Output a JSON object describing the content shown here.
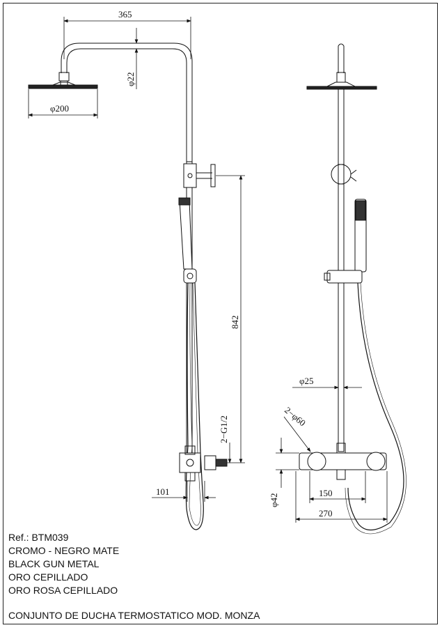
{
  "dims": {
    "width_365": "365",
    "dia_22": "φ22",
    "dia_200": "φ200",
    "height_842": "842",
    "thread": "2−G1/2",
    "offset_101": "101",
    "dia_25": "φ25",
    "dia_60": "2−φ60",
    "dia_42": "φ42",
    "centers_150": "150",
    "width_270": "270"
  },
  "info": {
    "ref": "Ref.: BTM039",
    "finish_1": "CROMO - NEGRO MATE",
    "finish_2": "BLACK GUN METAL",
    "finish_3": "ORO CEPILLADO",
    "finish_4": "ORO ROSA CEPILLADO"
  },
  "title": "CONJUNTO DE DUCHA TERMOSTATICO MOD. MONZA"
}
